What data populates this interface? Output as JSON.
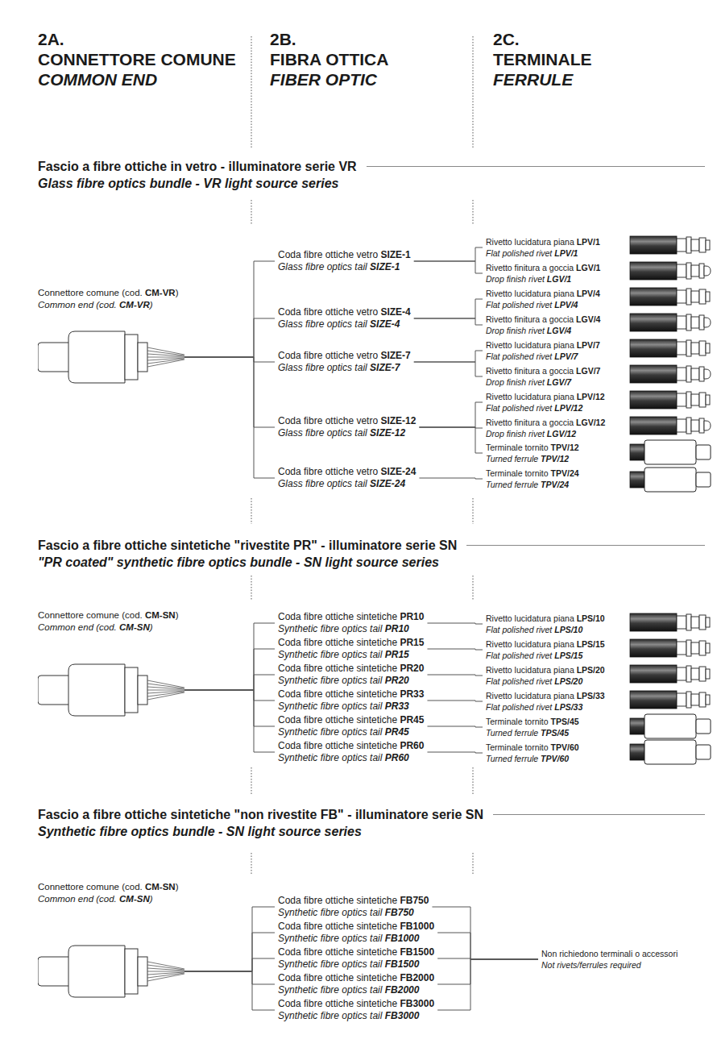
{
  "diagram": {
    "nodes": [
      {
        "text": [
          "Connettore comune (cod. CM-VR)",
          "Common end (cod. CM-VR)"
        ]
      },
      {
        "text": [
          "Coda fibre ottiche vetro SIZE-1",
          "Glass fibre optics tail SIZE-1"
        ]
      },
      {
        "text": [
          "Coda fibre ottiche vetro SIZE-4",
          "Glass fibre optics tail SIZE-4"
        ]
      },
      {
        "text": [
          "Coda fibre ottiche vetro SIZE-7",
          "Glass fibre optics tail SIZE-7"
        ]
      },
      {
        "text": [
          "Coda fibre ottiche vetro SIZE-12",
          "Glass fibre optics tail SIZE-12"
        ]
      },
      {
        "text": [
          "Coda fibre ottiche vetro SIZE-24",
          "Glass fibre optics tail SIZE-24"
        ]
      },
      {
        "text": [
          "Rivetto lucidatura piana LPV/1",
          "Flat polished rivet LPV/1"
        ]
      },
      {
        "text": [
          "Rivetto finitura a goccia LGV/1",
          "Drop finish rivet LGV/1"
        ]
      },
      {
        "text": [
          "Rivetto lucidatura piana LPV/4",
          "Flat polished rivet LPV/4"
        ]
      },
      {
        "text": [
          "Rivetto finitura a goccia LGV/4",
          "Drop finish rivet LGV/4"
        ]
      },
      {
        "text": [
          "Rivetto lucidatura piana LPV/7",
          "Flat polished rivet LPV/7"
        ]
      },
      {
        "text": [
          "Rivetto finitura a goccia LGV/7",
          "Drop finish rivet LGV/7"
        ]
      },
      {
        "text": [
          "Rivetto lucidatura piana LPV/12",
          "Flat polished rivet LPV/12"
        ]
      },
      {
        "text": [
          "Rivetto finitura a goccia LGV/12",
          "Drop finish rivet LGV/12"
        ]
      },
      {
        "text": [
          "Terminale tornito TPV/12",
          "Turned ferrule TPV/12"
        ]
      },
      {
        "text": [
          "Terminale tornito TPV/24",
          "Turned ferrule TPV/24"
        ]
      },
      {
        "text": [
          "Connettore comune (cod. CM-SN)",
          "Common end (cod. CM-SN)"
        ]
      },
      {
        "text": [
          "Coda fibre ottiche sintetiche PR10",
          "Synthetic fibre optics tail PR10"
        ]
      },
      {
        "text": [
          "Coda fibre ottiche sintetiche PR15",
          "Synthetic fibre optics tail PR15"
        ]
      },
      {
        "text": [
          "Coda fibre ottiche sintetiche PR20",
          "Synthetic fibre optics tail PR20"
        ]
      },
      {
        "text": [
          "Coda fibre ottiche sintetiche PR33",
          "Synthetic fibre optics tail PR33"
        ]
      },
      {
        "text": [
          "Coda fibre ottiche sintetiche PR45",
          "Synthetic fibre optics tail PR45"
        ]
      },
      {
        "text": [
          "Coda fibre ottiche sintetiche PR60",
          "Synthetic fibre optics tail PR60"
        ]
      },
      {
        "text": [
          "Rivetto lucidatura piana LPS/10",
          "Flat polished rivet LPS/10"
        ]
      },
      {
        "text": [
          "Rivetto lucidatura piana LPS/15",
          "Flat polished rivet LPS/15"
        ]
      },
      {
        "text": [
          "Rivetto lucidatura piana LPS/20",
          "Flat polished rivet LPS/20"
        ]
      },
      {
        "text": [
          "Rivetto lucidatura piana LPS/33",
          "Flat polished rivet LPS/33"
        ]
      },
      {
        "text": [
          "Terminale tornito TPS/45",
          "Turned ferrule TPS/45"
        ]
      },
      {
        "text": [
          "Terminale tornito TPV/60",
          "Turned ferrule TPV/60"
        ]
      },
      {
        "text": [
          "Connettore comune (cod. CM-SN)",
          "Common end (cod. CM-SN)"
        ]
      },
      {
        "text": [
          "Coda fibre ottiche sintetiche FB750",
          "Synthetic fibre optics tail FB750"
        ]
      },
      {
        "text": [
          "Coda fibre ottiche sintetiche FB1000",
          "Synthetic fibre optics tail FB1000"
        ]
      },
      {
        "text": [
          "Coda fibre ottiche sintetiche FB1500",
          "Synthetic fibre optics tail FB1500"
        ]
      },
      {
        "text": [
          "Coda fibre ottiche sintetiche FB2000",
          "Synthetic fibre optics tail FB2000"
        ]
      },
      {
        "text": [
          "Coda fibre ottiche sintetiche FB3000",
          "Synthetic fibre optics tail FB3000"
        ]
      },
      {
        "text": [
          "Non richiedono terminali o accessori",
          "Not rivets/ferrules required"
        ]
      }
    ],
    "edges": [
      {
        "from": 0,
        "to": 1,
        "arrow": "none"
      },
      {
        "from": 0,
        "to": 2,
        "arrow": "none"
      },
      {
        "from": 0,
        "to": 3,
        "arrow": "none"
      },
      {
        "from": 0,
        "to": 4,
        "arrow": "none"
      },
      {
        "from": 0,
        "to": 5,
        "arrow": "none"
      },
      {
        "from": 1,
        "to": 6,
        "arrow": "none"
      },
      {
        "from": 1,
        "to": 7,
        "arrow": "none"
      },
      {
        "from": 2,
        "to": 8,
        "arrow": "none"
      },
      {
        "from": 2,
        "to": 9,
        "arrow": "none"
      },
      {
        "from": 3,
        "to": 10,
        "arrow": "none"
      },
      {
        "from": 3,
        "to": 11,
        "arrow": "none"
      },
      {
        "from": 4,
        "to": 12,
        "arrow": "none"
      },
      {
        "from": 4,
        "to": 13,
        "arrow": "none"
      },
      {
        "from": 4,
        "to": 14,
        "arrow": "none"
      },
      {
        "from": 5,
        "to": 15,
        "arrow": "none"
      },
      {
        "from": 16,
        "to": 17,
        "arrow": "none"
      },
      {
        "from": 16,
        "to": 18,
        "arrow": "none"
      },
      {
        "from": 16,
        "to": 19,
        "arrow": "none"
      },
      {
        "from": 16,
        "to": 20,
        "arrow": "none"
      },
      {
        "from": 16,
        "to": 21,
        "arrow": "none"
      },
      {
        "from": 16,
        "to": 22,
        "arrow": "none"
      },
      {
        "from": 17,
        "to": 23,
        "arrow": "none"
      },
      {
        "from": 18,
        "to": 24,
        "arrow": "none"
      },
      {
        "from": 19,
        "to": 25,
        "arrow": "none"
      },
      {
        "from": 20,
        "to": 26,
        "arrow": "none"
      },
      {
        "from": 21,
        "to": 27,
        "arrow": "none"
      },
      {
        "from": 22,
        "to": 28,
        "arrow": "none"
      },
      {
        "from": 29,
        "to": 30,
        "arrow": "none"
      },
      {
        "from": 29,
        "to": 31,
        "arrow": "none"
      },
      {
        "from": 29,
        "to": 32,
        "arrow": "none"
      },
      {
        "from": 29,
        "to": 33,
        "arrow": "none"
      },
      {
        "from": 29,
        "to": 34,
        "arrow": "none"
      },
      {
        "from": 30,
        "to": 35,
        "arrow": "none"
      },
      {
        "from": 31,
        "to": 35,
        "arrow": "none"
      },
      {
        "from": 32,
        "to": 35,
        "arrow": "none"
      },
      {
        "from": 33,
        "to": 35,
        "arrow": "none"
      },
      {
        "from": 34,
        "to": 35,
        "arrow": "none"
      }
    ],
    "labels": [
      "2A.",
      "CONNETTORE COMUNE",
      "COMMON END",
      "2B.",
      "FIBRA OTTICA",
      "FIBER OPTIC",
      "2C.",
      "TERMINALE",
      "FERRULE",
      "Fascio a fibre ottiche in vetro - illuminatore serie VR",
      "Glass fibre optics bundle - VR light source series",
      "Fascio a fibre ottiche sintetiche \"rivestite PR\" - illuminatore serie SN",
      "\"PR coated\" synthetic fibre optics bundle - SN light source series",
      "Fascio a fibre ottiche sintetiche \"non rivestite FB\" - illuminatore serie SN",
      "Synthetic fibre optics bundle - SN light source series"
    ]
  }
}
